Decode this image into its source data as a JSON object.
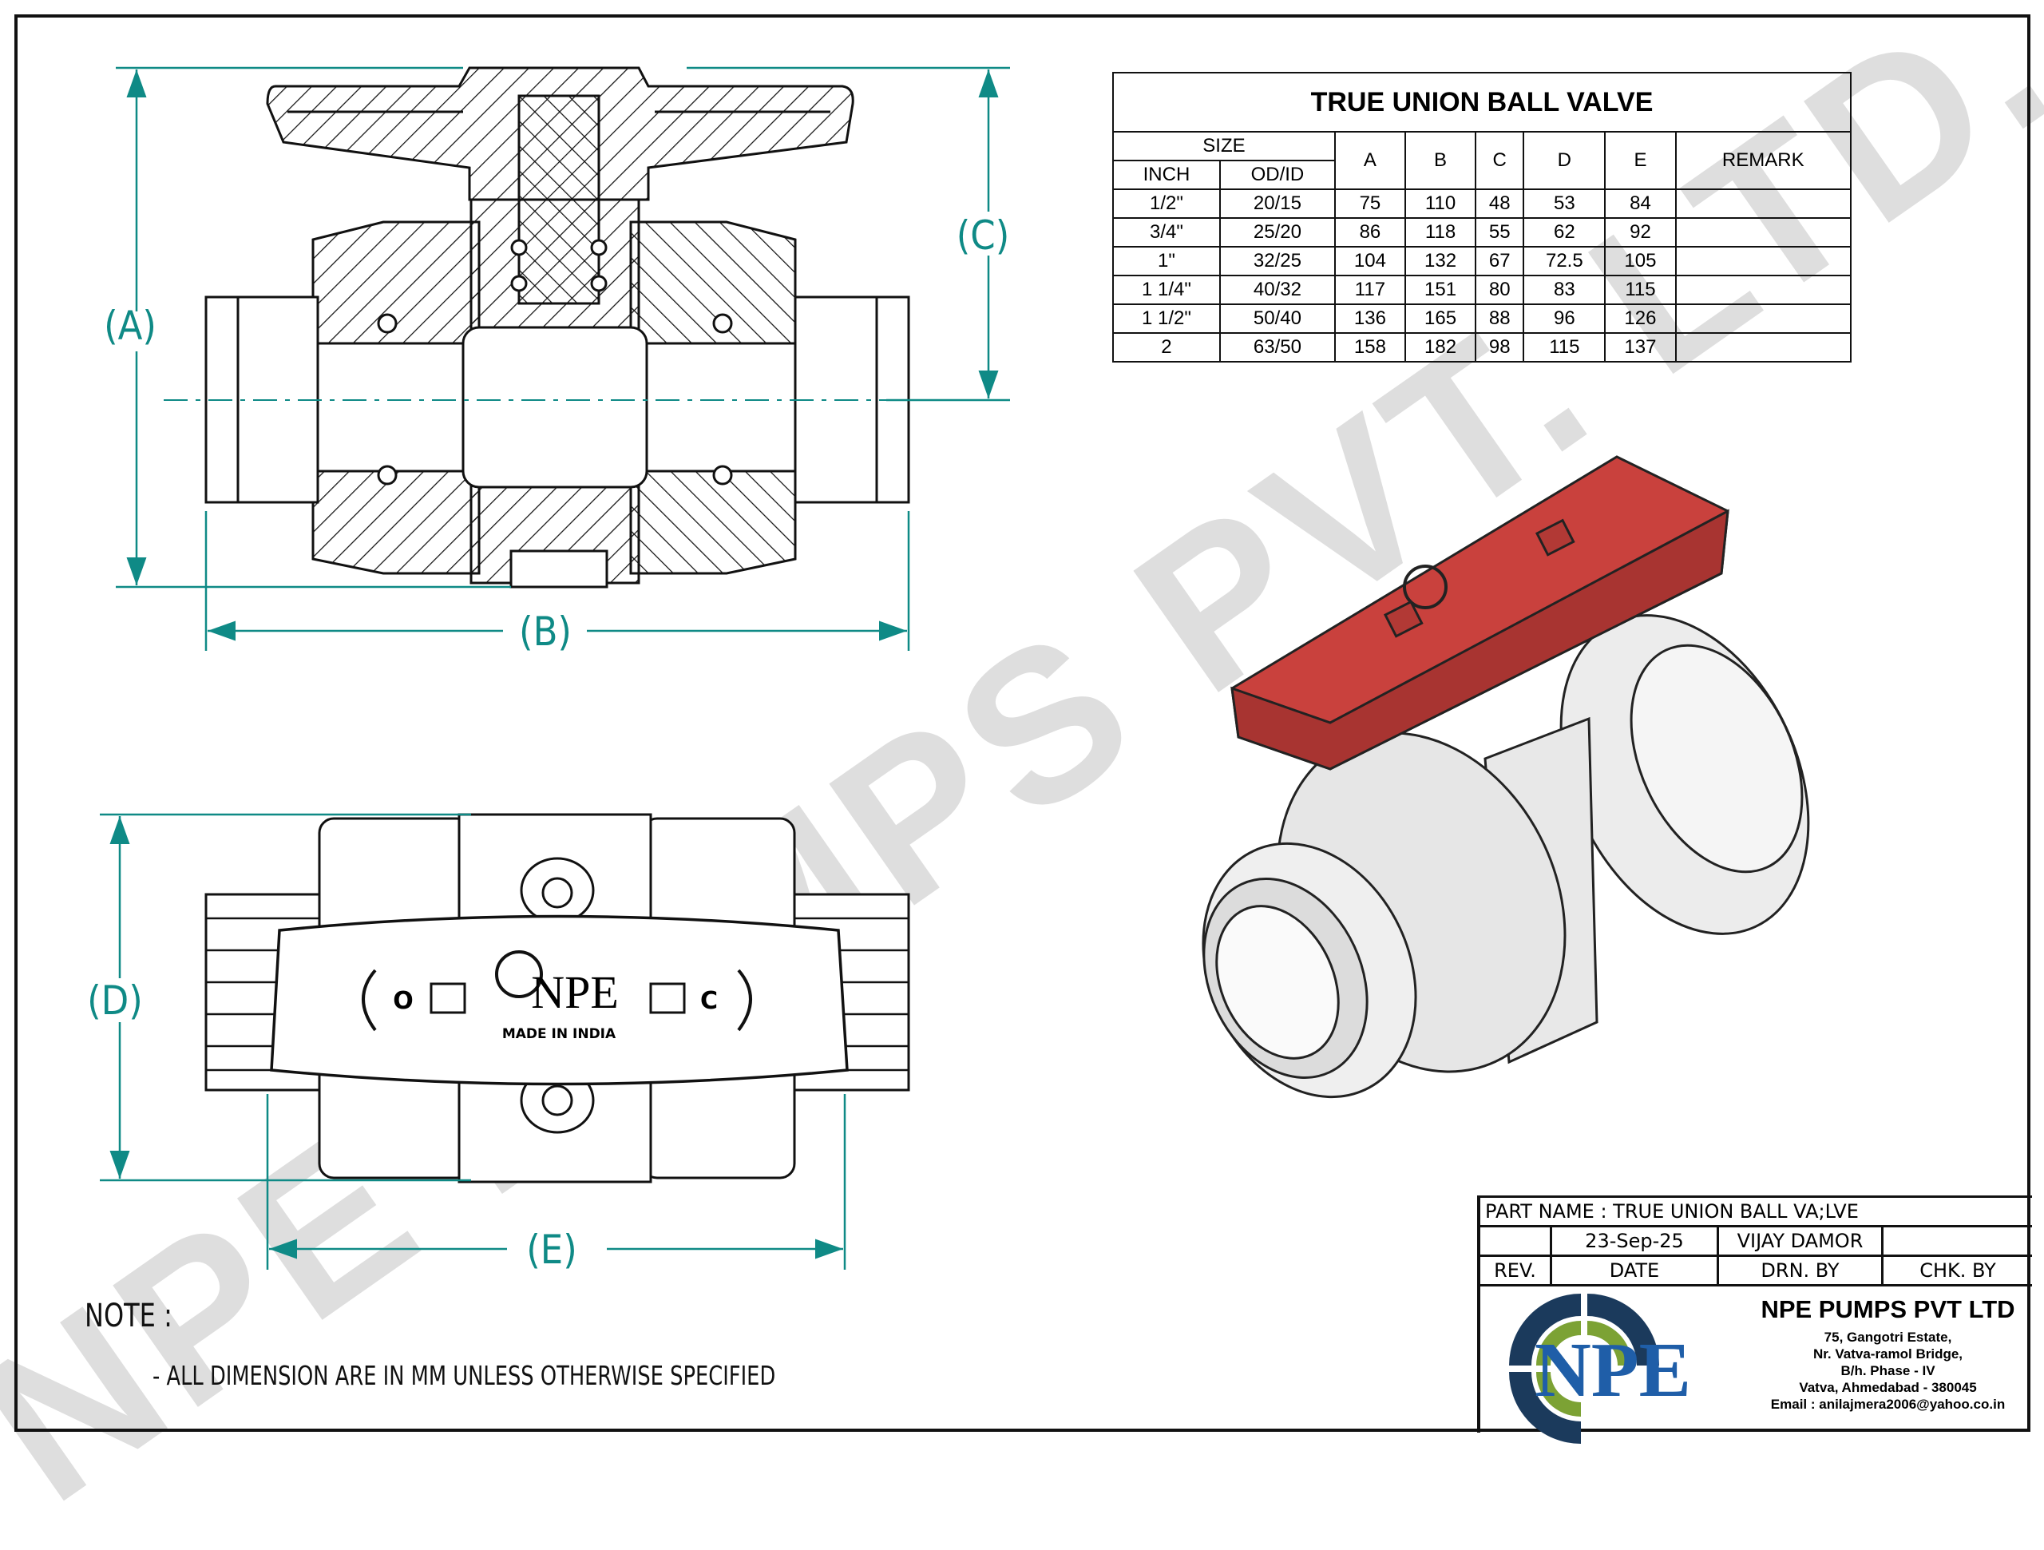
{
  "watermark": "NPE PUMPS PVT. LTD.",
  "dimensions": {
    "a": "(A)",
    "b": "(B)",
    "c": "(C)",
    "d": "(D)",
    "e": "(E)"
  },
  "handle_marks": {
    "open": "O",
    "close": "C",
    "brand": "NPE",
    "made_in": "MADE IN INDIA"
  },
  "table": {
    "title": "TRUE UNION BALL VALVE",
    "size_header": "SIZE",
    "columns": [
      "INCH",
      "OD/ID",
      "A",
      "B",
      "C",
      "D",
      "E",
      "REMARK"
    ],
    "rows": [
      [
        "1/2\"",
        "20/15",
        "75",
        "110",
        "48",
        "53",
        "84",
        ""
      ],
      [
        "3/4\"",
        "25/20",
        "86",
        "118",
        "55",
        "62",
        "92",
        ""
      ],
      [
        "1\"",
        "32/25",
        "104",
        "132",
        "67",
        "72.5",
        "105",
        ""
      ],
      [
        "1 1/4\"",
        "40/32",
        "117",
        "151",
        "80",
        "83",
        "115",
        ""
      ],
      [
        "1 1/2\"",
        "50/40",
        "136",
        "165",
        "88",
        "96",
        "126",
        ""
      ],
      [
        "2",
        "63/50",
        "158",
        "182",
        "98",
        "115",
        "137",
        ""
      ]
    ]
  },
  "title_block": {
    "part_name": "PART NAME : TRUE UNION BALL VA;LVE",
    "rev_value": "",
    "date_value": "23-Sep-25",
    "drawn_by_value": "VIJAY DAMOR",
    "checked_by_value": "",
    "rev_label": "REV.",
    "date_label": "DATE",
    "drawn_by_label": "DRN. BY",
    "checked_by_label": "CHK. BY",
    "logo_text": "NPE",
    "company": "NPE PUMPS PVT LTD",
    "address": [
      "75, Gangotri Estate,",
      "Nr. Vatva-ramol Bridge,",
      "B/h. Phase - IV",
      "Vatva, Ahmedabad - 380045",
      "Email : anilajmera2006@yahoo.co.in"
    ]
  },
  "note": {
    "heading": "NOTE :",
    "text": "- ALL DIMENSION ARE IN MM UNLESS OTHERWISE SPECIFIED"
  },
  "colors": {
    "dimension": "#0f8a86",
    "handle": "#c9413d",
    "logo_navy": "#1b3a5c",
    "logo_green": "#7ca234",
    "logo_blue": "#1f5ea8"
  }
}
